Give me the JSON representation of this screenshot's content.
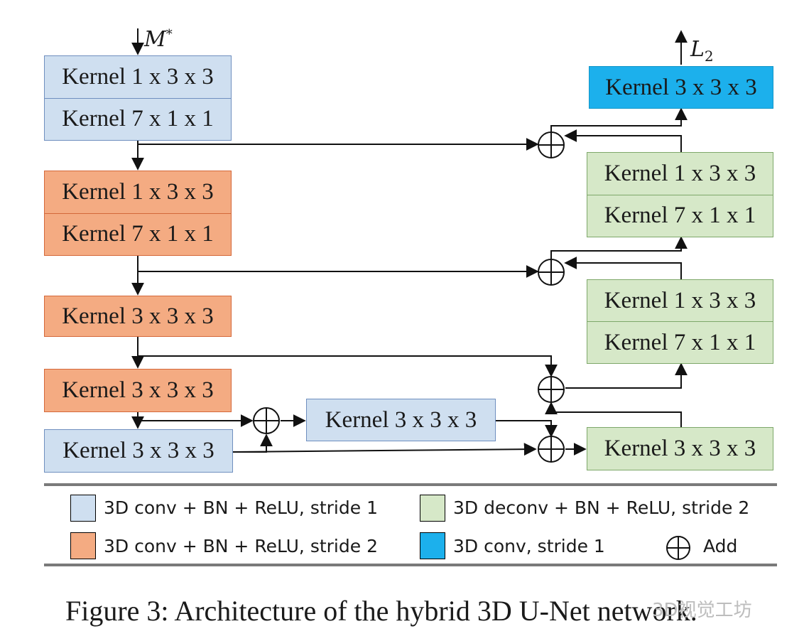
{
  "input_label": "M",
  "input_sup": "*",
  "output_label": "L",
  "output_sub": "2",
  "blocks": {
    "enc1": {
      "row1": "Kernel 1 x 3 x 3",
      "row2": "Kernel 7 x 1 x 1",
      "type": "3D conv + BN + ReLU, stride 1"
    },
    "enc2": {
      "row1": "Kernel 1 x 3 x 3",
      "row2": "Kernel 7 x 1 x 1",
      "type": "3D conv + BN + ReLU, stride 2"
    },
    "enc3": {
      "row1": "Kernel 3 x 3 x 3",
      "type": "3D conv + BN + ReLU, stride 2"
    },
    "enc4": {
      "row1": "Kernel 3 x 3 x 3",
      "type": "3D conv + BN + ReLU, stride 2"
    },
    "enc5": {
      "row1": "Kernel 3 x 3 x 3",
      "type": "3D conv + BN + ReLU, stride 1"
    },
    "mid": {
      "row1": "Kernel 3 x 3 x 3",
      "type": "3D conv + BN + ReLU, stride 1"
    },
    "dec1": {
      "row1": "Kernel 3 x 3 x 3",
      "type": "3D deconv + BN + ReLU, stride 2"
    },
    "dec2": {
      "row1": "Kernel 1 x 3 x 3",
      "row2": "Kernel 7 x 1 x 1",
      "type": "3D deconv + BN + ReLU, stride 2"
    },
    "dec3": {
      "row1": "Kernel 1 x 3 x 3",
      "row2": "Kernel 7 x 1 x 1",
      "type": "3D deconv + BN + ReLU, stride 2"
    },
    "out": {
      "row1": "Kernel 3 x 3 x 3",
      "type": "3D conv, stride 1"
    }
  },
  "legend": {
    "conv_s1": "3D conv + BN + ReLU, stride 1",
    "conv_s2": "3D conv + BN + ReLU, stride 2",
    "deconv_s2": "3D deconv + BN + ReLU, stride 2",
    "conv_plain": "3D conv, stride 1",
    "add": "Add"
  },
  "colors": {
    "conv_s1": "#cfdff0",
    "conv_s2": "#f4ab82",
    "deconv_s2": "#d6e8c8",
    "conv_plain": "#1cb0ec"
  },
  "caption": "Figure 3: Architecture of the hybrid 3D U-Net network.",
  "watermark": "3D视觉工坊"
}
